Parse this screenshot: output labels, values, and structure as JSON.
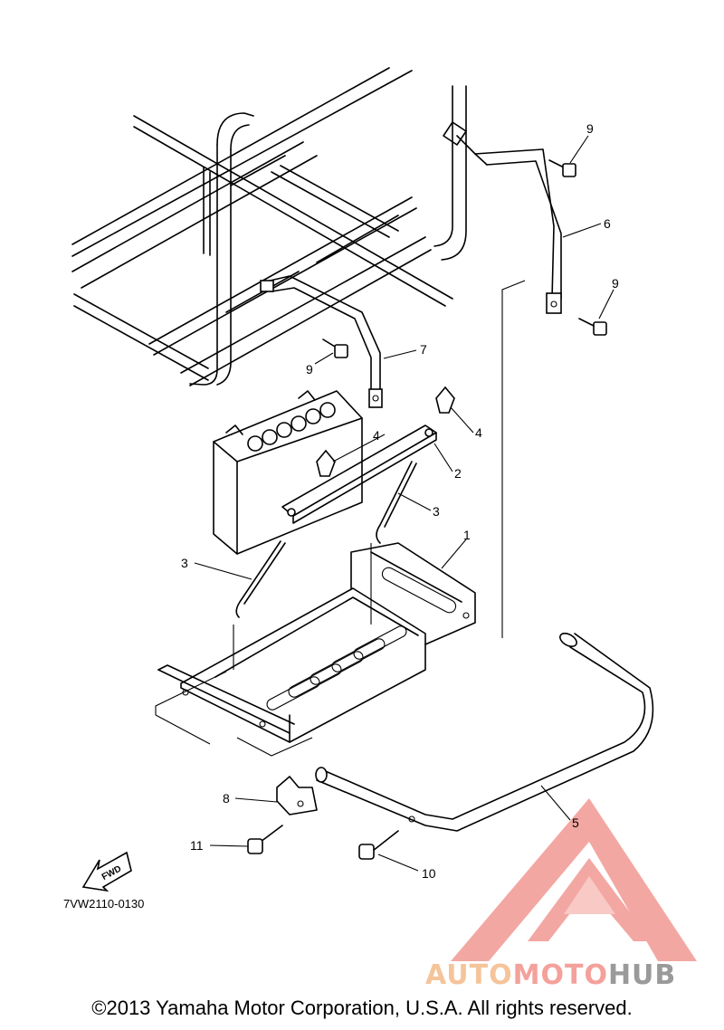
{
  "diagram": {
    "part_code": "7VW2110-0130",
    "fwd_label": "FWD",
    "callouts": [
      {
        "id": "c1",
        "label": "1"
      },
      {
        "id": "c2",
        "label": "2"
      },
      {
        "id": "c3a",
        "label": "3"
      },
      {
        "id": "c3b",
        "label": "3"
      },
      {
        "id": "c4a",
        "label": "4"
      },
      {
        "id": "c4b",
        "label": "4"
      },
      {
        "id": "c5",
        "label": "5"
      },
      {
        "id": "c6",
        "label": "6"
      },
      {
        "id": "c7",
        "label": "7"
      },
      {
        "id": "c8",
        "label": "8"
      },
      {
        "id": "c9a",
        "label": "9"
      },
      {
        "id": "c9b",
        "label": "9"
      },
      {
        "id": "c9c",
        "label": "9"
      },
      {
        "id": "c10",
        "label": "10"
      },
      {
        "id": "c11",
        "label": "11"
      }
    ]
  },
  "watermark": {
    "part1": "AUTO",
    "part2": "MOTO",
    "part3": "HUB",
    "colors": {
      "auto": "#f5c49a",
      "moto": "#f4a19b",
      "hub": "#9a9a9a",
      "triangle": "#f08a84"
    }
  },
  "footer": {
    "copyright": "©2013 Yamaha Motor Corporation, U.S.A. All rights reserved."
  }
}
